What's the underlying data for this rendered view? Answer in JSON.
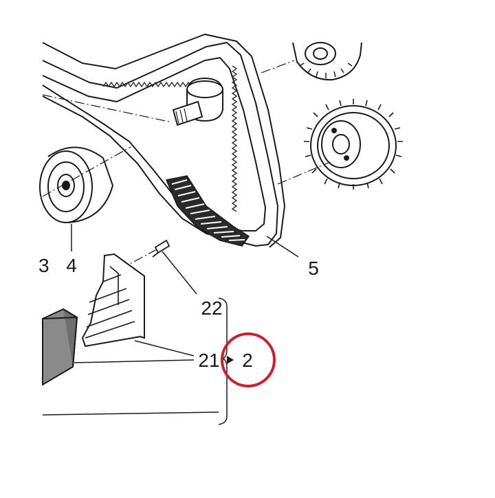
{
  "callouts": {
    "part_3_partial": "3",
    "part_4": "4",
    "part_5": "5",
    "part_22": "22",
    "part_21": "21",
    "assembly_2": "2"
  },
  "colors": {
    "line": "#1a1a1a",
    "highlight_circle": "#cc1f2a",
    "block_fill": "#8a8a8a",
    "belt_teeth": "#2a2a2a"
  }
}
